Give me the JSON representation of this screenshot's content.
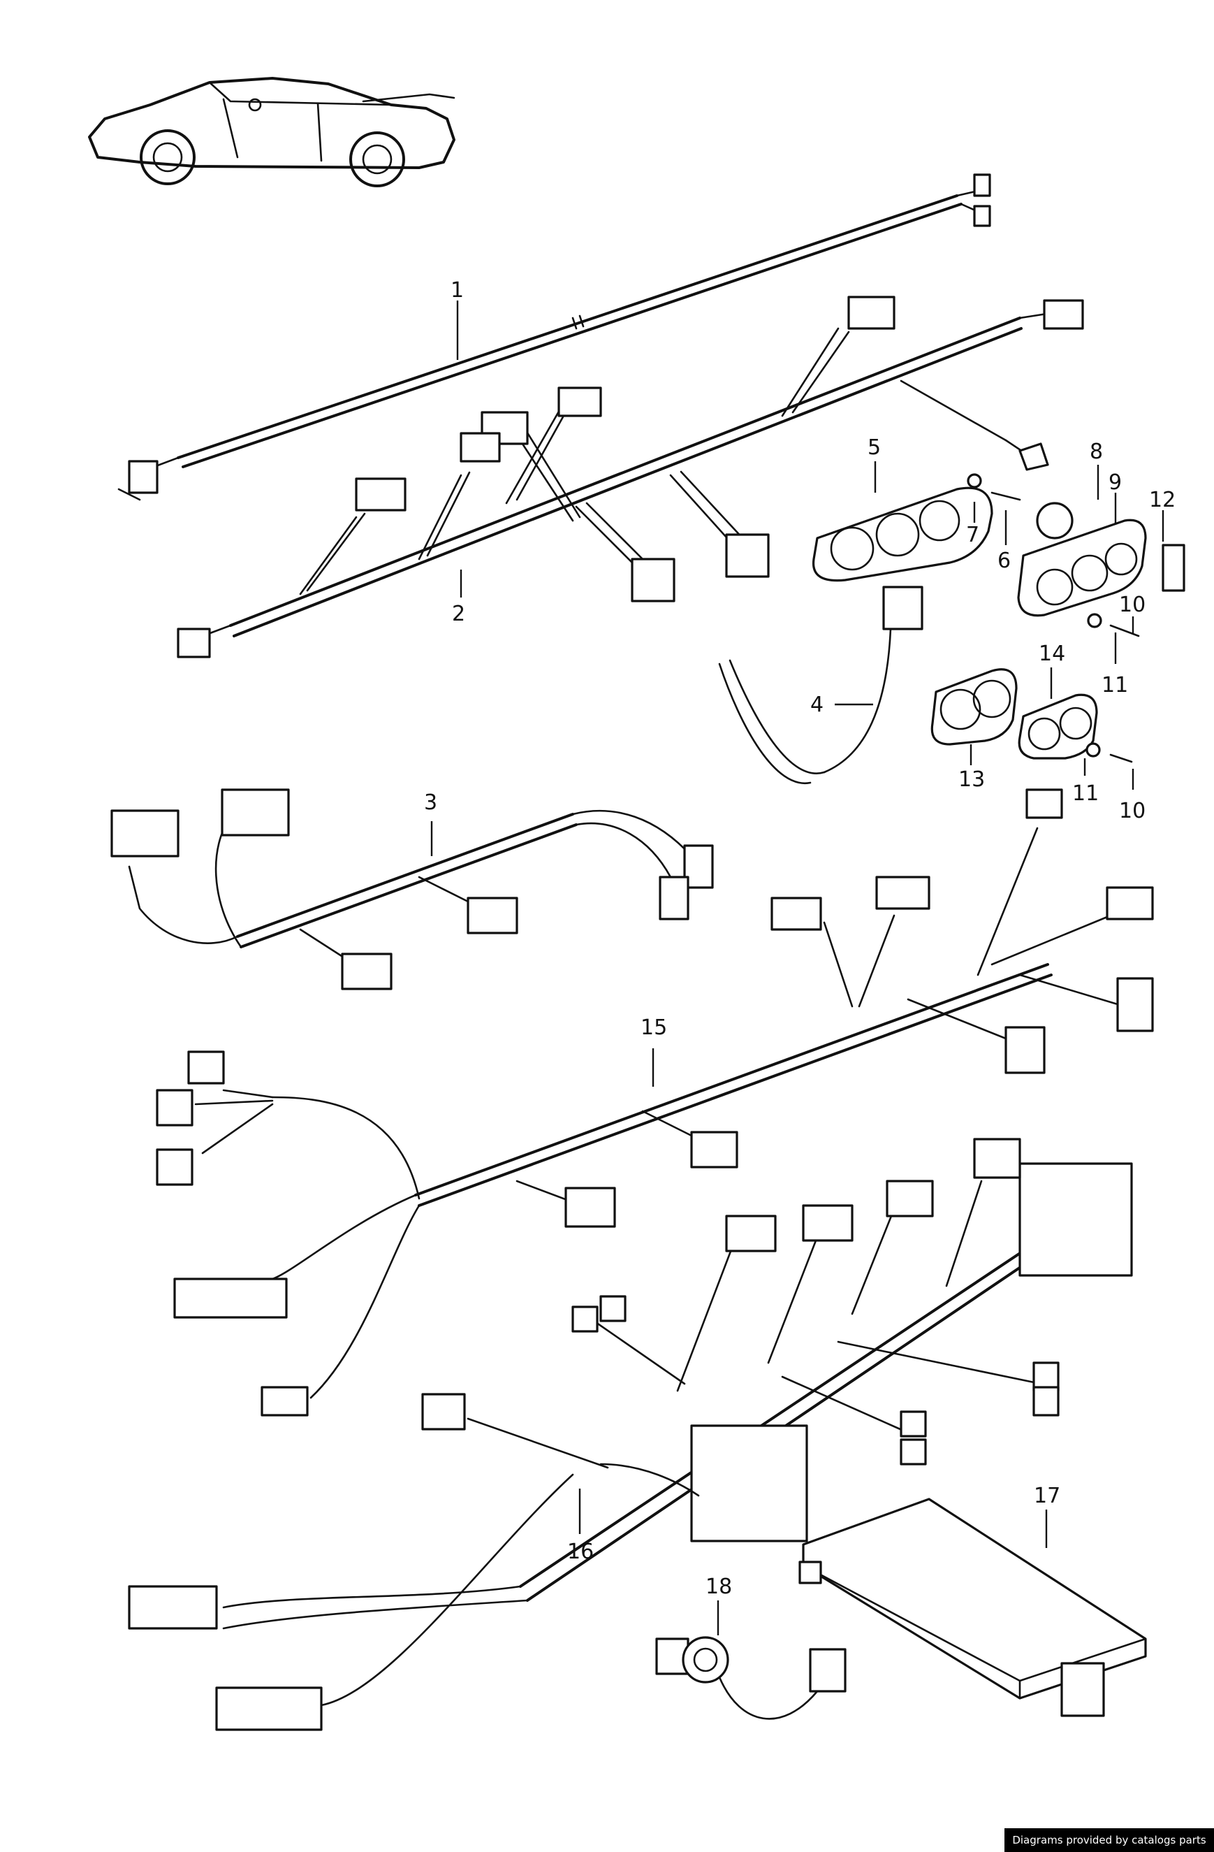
{
  "callouts": [
    {
      "id": "c1",
      "label": "1"
    },
    {
      "id": "c2",
      "label": "2"
    },
    {
      "id": "c3",
      "label": "3"
    },
    {
      "id": "c4",
      "label": "4"
    },
    {
      "id": "c5",
      "label": "5"
    },
    {
      "id": "c6",
      "label": "6"
    },
    {
      "id": "c7",
      "label": "7"
    },
    {
      "id": "c8",
      "label": "8"
    },
    {
      "id": "c9",
      "label": "9"
    },
    {
      "id": "c10a",
      "label": "10"
    },
    {
      "id": "c10b",
      "label": "10"
    },
    {
      "id": "c11a",
      "label": "11"
    },
    {
      "id": "c11b",
      "label": "11"
    },
    {
      "id": "c12",
      "label": "12"
    },
    {
      "id": "c13",
      "label": "13"
    },
    {
      "id": "c14",
      "label": "14"
    },
    {
      "id": "c15",
      "label": "15"
    },
    {
      "id": "c16",
      "label": "16"
    },
    {
      "id": "c17",
      "label": "17"
    },
    {
      "id": "c18",
      "label": "18"
    }
  ],
  "credit": "Diagrams provided by catalogs parts"
}
